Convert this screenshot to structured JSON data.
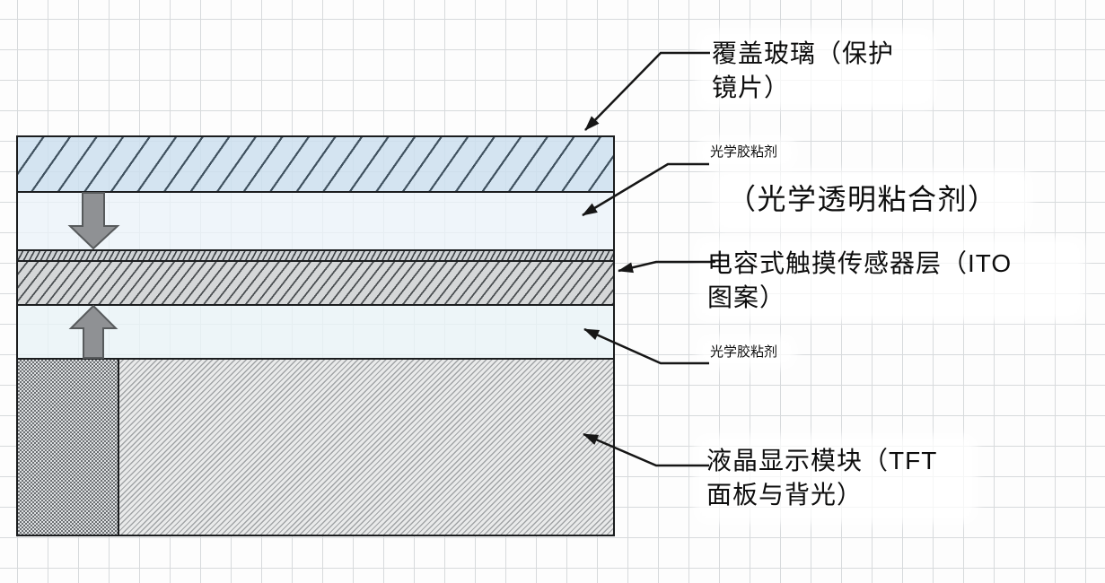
{
  "diagram": {
    "type": "layer-stack-diagram",
    "labels": {
      "cover_glass_line1": "覆盖玻璃（保护",
      "cover_glass_line2": "镜片）",
      "oca_top_small": "光学胶粘剂",
      "oca_alias_big": "（光学透明粘合剂）",
      "sensor_line1": "电容式触摸传感器层（ITO",
      "sensor_line2": "图案）",
      "oca_bottom_small": "光学胶粘剂",
      "lcd_line1": "液晶显示模块（TFT",
      "lcd_line2": "面板与背光）"
    },
    "layers_order": [
      "cover-glass",
      "optical-adhesive-top",
      "ito-pattern-strip",
      "capacitive-touch-sensor",
      "optical-adhesive-bottom",
      "lcd-module-with-backlight"
    ],
    "colors": {
      "grid_line": "#d7dadc",
      "outline": "#1b1d1f",
      "cover_glass_fill": "#cddfee",
      "oca_fill": "#eaf2f8",
      "ito_strip_fill": "#cfd3d6",
      "sensor_fill": "#d5d7d8",
      "lcd_fill": "#e9eaea",
      "backlight_fill": "#c6cacc",
      "block_arrow_fill": "#8f9194",
      "block_arrow_stroke": "#575a5c",
      "leader_color": "#161616",
      "text_color": "#0d0d0d"
    }
  }
}
